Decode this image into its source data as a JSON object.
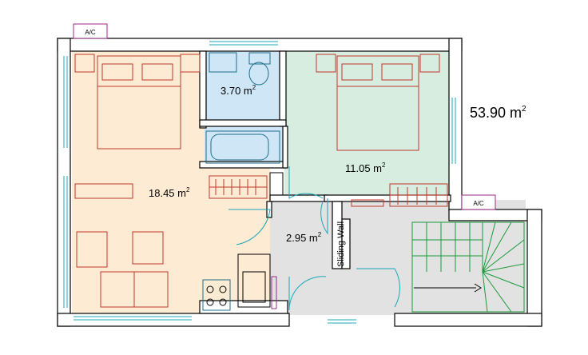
{
  "plan": {
    "total_area": "53.90 m",
    "total_area_sup": "2",
    "rooms": [
      {
        "id": "bedroom-left",
        "area": "18.45 m",
        "sup": "2",
        "fill": "#fdebd3"
      },
      {
        "id": "bathroom",
        "area": "3.70 m",
        "sup": "2",
        "fill": "#cfe6f7"
      },
      {
        "id": "bedroom-right",
        "area": "11.05 m",
        "sup": "2",
        "fill": "#d6eddf"
      },
      {
        "id": "hall",
        "area": "2.95 m",
        "sup": "2",
        "fill": "#e2e2e2"
      }
    ],
    "ac_tags": [
      "A/C",
      "A/C"
    ],
    "sliding_wall": "Sliding Wall",
    "colors": {
      "walls": "#000000",
      "furniture": "#c0392b",
      "windows_doors": "#1aa7b8",
      "stairs": "#1a9a3a",
      "ac_tag_border": "#9b2a8a"
    }
  }
}
